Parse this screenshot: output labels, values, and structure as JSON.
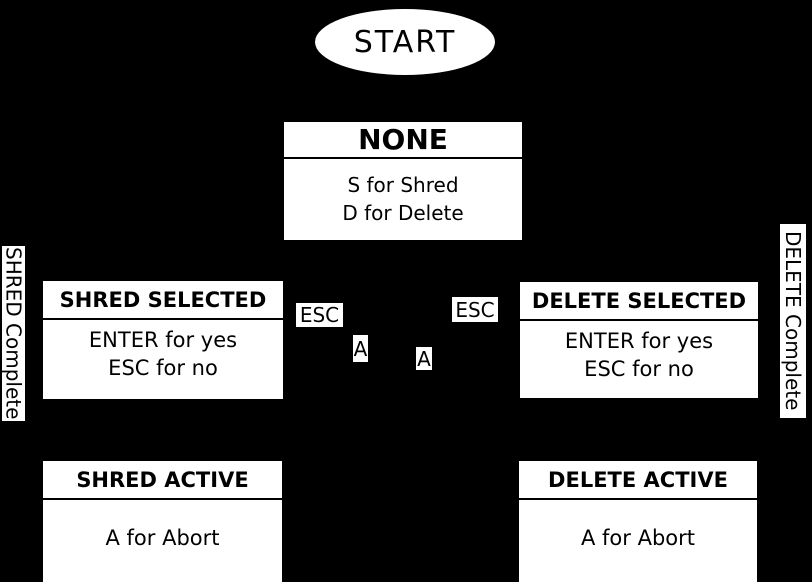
{
  "start_label": "START",
  "states": {
    "none": {
      "title": "NONE",
      "line1": "S for Shred",
      "line2": "D for Delete"
    },
    "shred_selected": {
      "title": "SHRED SELECTED",
      "line1": "ENTER for yes",
      "line2": "ESC for no"
    },
    "delete_selected": {
      "title": "DELETE SELECTED",
      "line1": "ENTER for yes",
      "line2": "ESC for no"
    },
    "shred_active": {
      "title": "SHRED ACTIVE",
      "line1": "A for Abort"
    },
    "delete_active": {
      "title": "DELETE ACTIVE",
      "line1": "A for Abort"
    }
  },
  "transition_labels": {
    "shred_esc": "ESC",
    "shred_abort": "A",
    "delete_abort": "A",
    "delete_esc": "ESC"
  },
  "completion_labels": {
    "left": "SHRED Complete",
    "right": "DELETE Complete"
  },
  "colors": {
    "background": "#000000",
    "node_fill": "#ffffff",
    "text": "#000000"
  }
}
